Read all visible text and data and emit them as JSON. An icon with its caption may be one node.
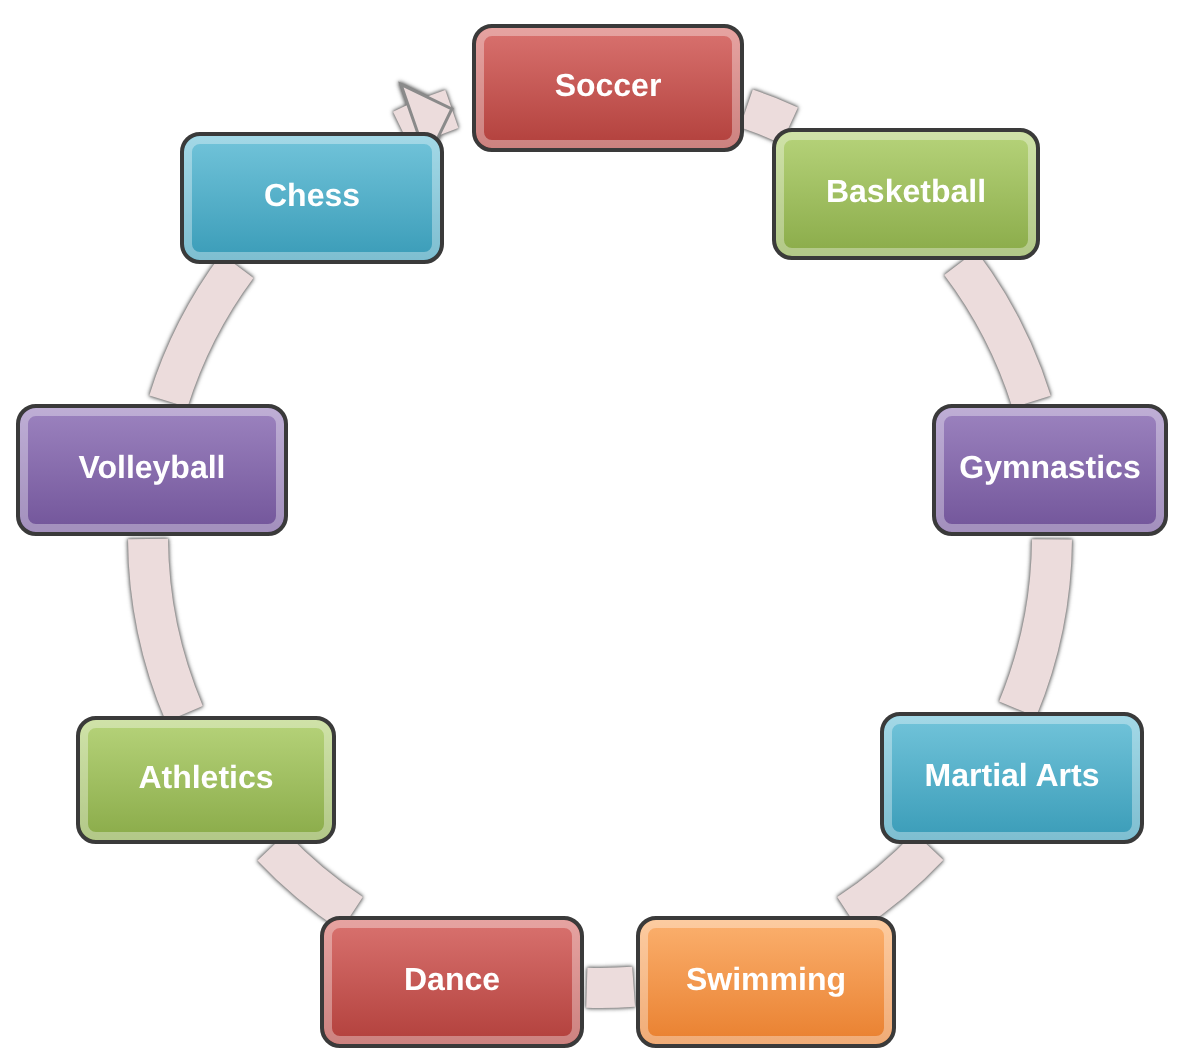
{
  "diagram": {
    "nodes": [
      {
        "text": [
          "Soccer"
        ]
      },
      {
        "text": [
          "Basketball"
        ]
      },
      {
        "text": [
          "Gymnastics"
        ]
      },
      {
        "text": [
          "Martial Arts"
        ]
      },
      {
        "text": [
          "Swimming"
        ]
      },
      {
        "text": [
          "Dance"
        ]
      },
      {
        "text": [
          "Athletics"
        ]
      },
      {
        "text": [
          "Volleyball"
        ]
      },
      {
        "text": [
          "Chess"
        ]
      }
    ],
    "edges": [
      {
        "from": 0,
        "to": 1,
        "arrow": "none"
      },
      {
        "from": 1,
        "to": 2,
        "arrow": "none"
      },
      {
        "from": 2,
        "to": 3,
        "arrow": "none"
      },
      {
        "from": 3,
        "to": 4,
        "arrow": "none"
      },
      {
        "from": 4,
        "to": 5,
        "arrow": "none"
      },
      {
        "from": 5,
        "to": 6,
        "arrow": "none"
      },
      {
        "from": 6,
        "to": 7,
        "arrow": "none"
      },
      {
        "from": 7,
        "to": 8,
        "arrow": "none"
      },
      {
        "from": 8,
        "to": 0,
        "arrow": "to"
      }
    ]
  }
}
